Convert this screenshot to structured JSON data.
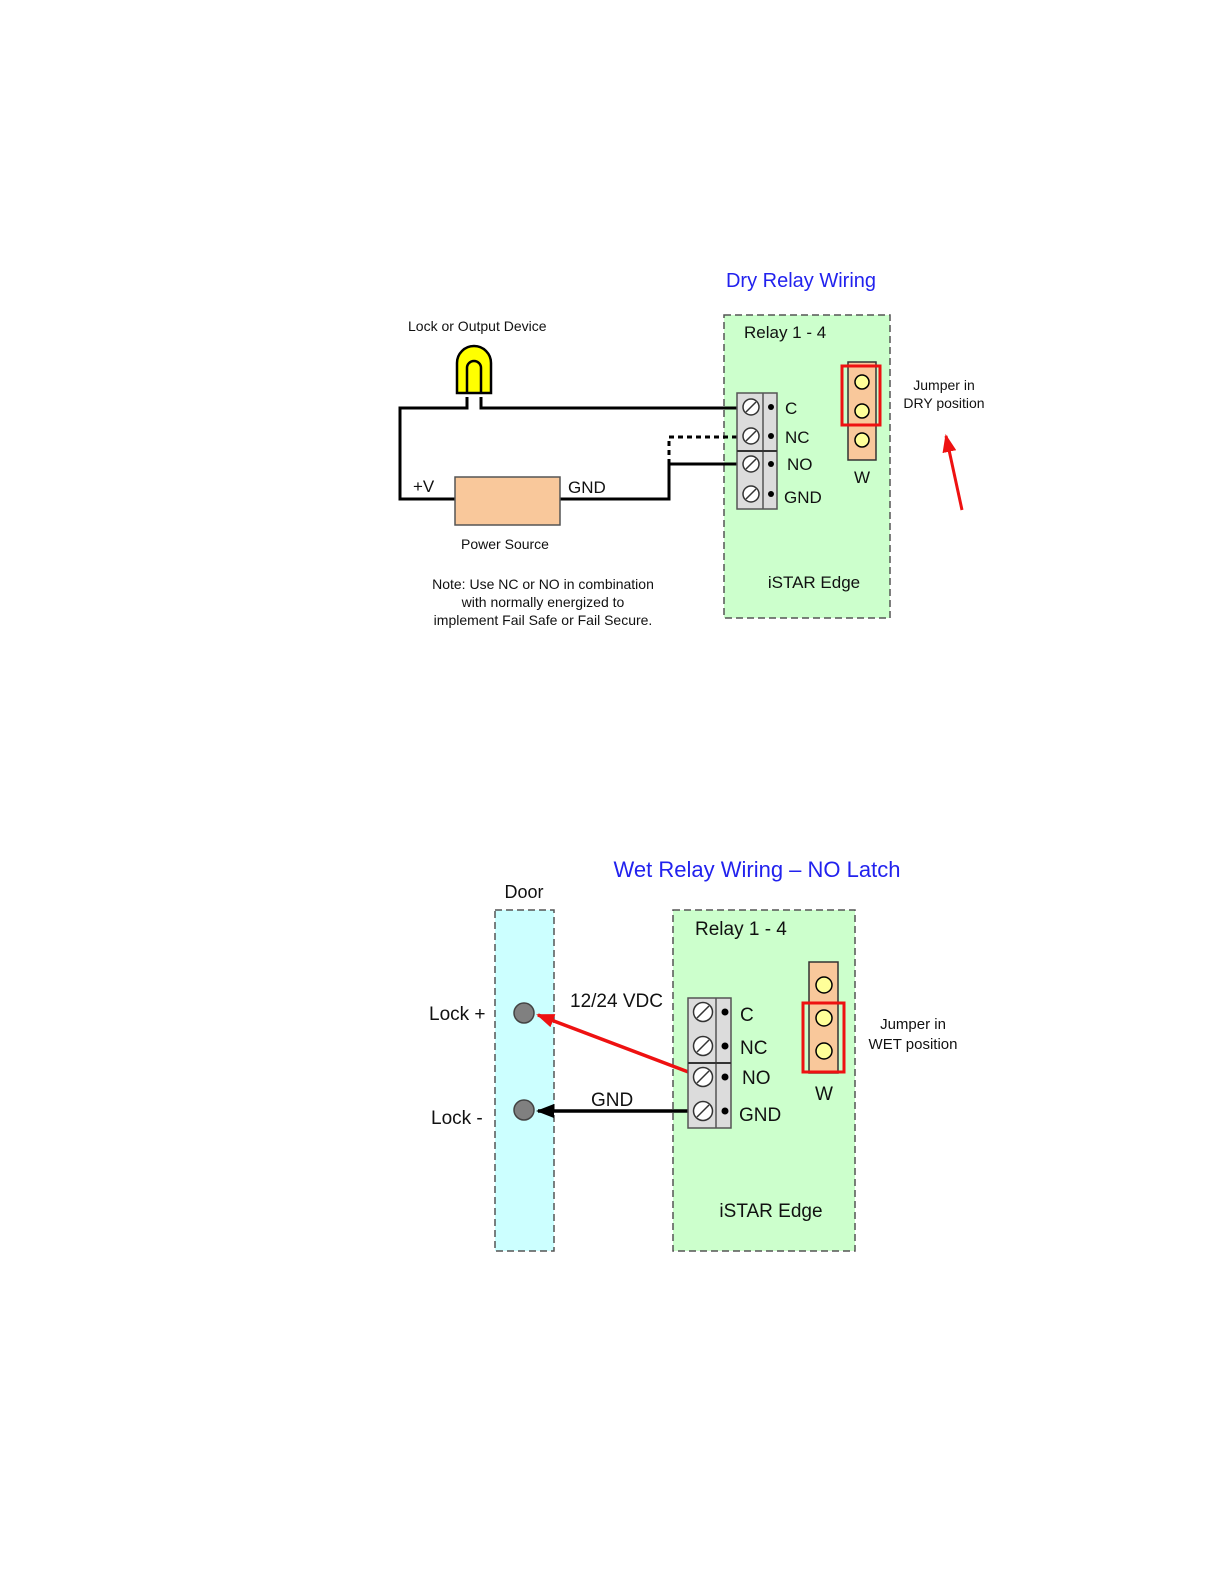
{
  "dry": {
    "title": "Dry Relay Wiring",
    "relay_label": "Relay 1 - 4",
    "terminals": [
      "C",
      "NC",
      "NO",
      "GND"
    ],
    "jumper_label": "W",
    "jumper_note": [
      "Jumper in",
      "DRY position"
    ],
    "device_label": "Lock or Output Device",
    "plus_v": "+V",
    "gnd": "GND",
    "power_source": "Power Source",
    "board": "iSTAR Edge",
    "note": [
      "Note: Use NC or NO in combination",
      "with normally energized to",
      "implement Fail Safe or Fail Secure."
    ]
  },
  "wet": {
    "title": "Wet Relay Wiring – NO Latch",
    "door": "Door",
    "relay_label": "Relay 1 - 4",
    "terminals": [
      "C",
      "NC",
      "NO",
      "GND"
    ],
    "jumper_label": "W",
    "jumper_note": [
      "Jumper in",
      "WET position"
    ],
    "lock_plus": "Lock +",
    "lock_minus": "Lock -",
    "voltage": "12/24 VDC",
    "gnd": "GND",
    "board": "iSTAR Edge"
  },
  "colors": {
    "title": "#2222ee",
    "board": "#ccffcc",
    "door": "#ccffff",
    "jumper": "#f9c89b",
    "highlight": "#ee1111"
  }
}
